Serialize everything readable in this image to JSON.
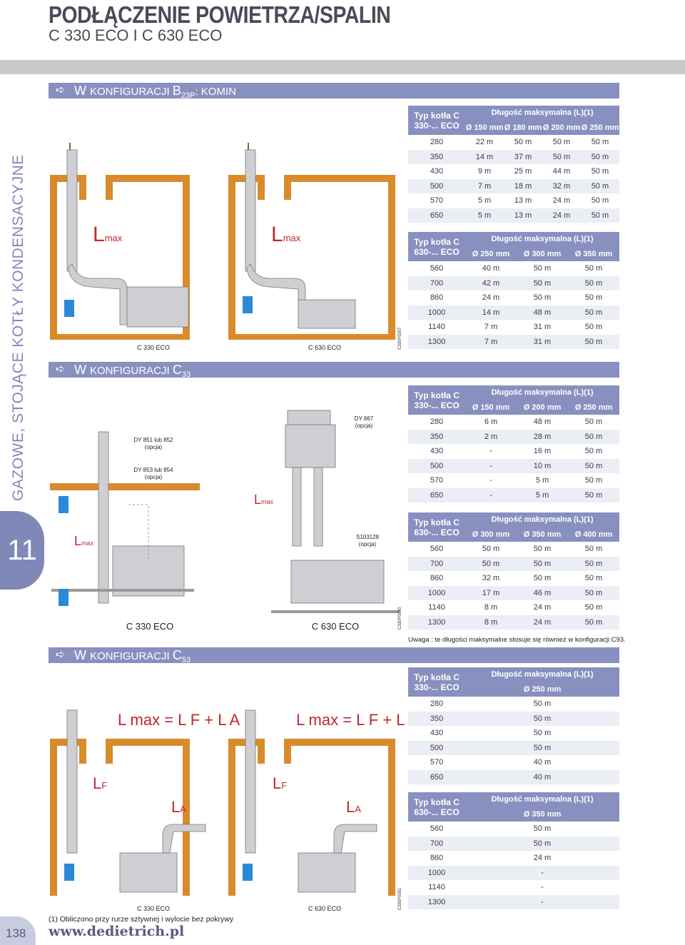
{
  "header": {
    "title": "PODŁĄCZENIE POWIETRZA/SPALIN",
    "subtitle": "C 330 ECO I C 630 ECO"
  },
  "side": {
    "text": "GAZOWE, STOJĄCE  KOTŁY KONDENSACYJNE",
    "chapter": "11",
    "page": "138"
  },
  "sections": {
    "b23p": {
      "prefix": "W ",
      "small": "KONFIGURACJI ",
      "main": "B",
      "sub": "23P",
      "suffix": ": KOMIN"
    },
    "c33": {
      "prefix": "W ",
      "small": "KONFIGURACJI ",
      "main": "C",
      "sub": "33"
    },
    "c53": {
      "prefix": "W ",
      "small": "KONFIGURACJI ",
      "main": "C",
      "sub": "53"
    }
  },
  "diagrams": {
    "d1_left_caption": "C 330 ECO",
    "d1_right_caption": "C 630 ECO",
    "d1_code": "C330F0007",
    "d2_left_caption": "C 330 ECO",
    "d2_right_caption": "C 630 ECO",
    "d2_code": "C330F0050",
    "d3_left_caption": "C 330 ECO",
    "d3_right_caption": "C 630 ECO",
    "d3_code": "C330F0051",
    "lmax": "L",
    "lmax_sub": "max",
    "dy851": "DY 851 lub 852",
    "dy851_opt": "(opcja)",
    "dy853": "DY 853 lub 854",
    "dy853_opt": "(opcja)",
    "dy867": "DY 867",
    "dy867_opt": "(opcja)",
    "s103128": "S103128",
    "s103128_opt": "(opcja)",
    "formula": "L max = L F + L A",
    "lf": "L",
    "lf_sub": "F",
    "la": "L",
    "la_sub": "A"
  },
  "tables": [
    {
      "type_label": "Typ kotła C 330-... ECO",
      "length_label": "Długość maksymalna (L)(1)",
      "cols": [
        "Ø 150 mm",
        "Ø 180 mm",
        "Ø 200 mm",
        "Ø 250 mm"
      ],
      "rows": [
        [
          "280",
          "22 m",
          "50 m",
          "50 m",
          "50 m"
        ],
        [
          "350",
          "14 m",
          "37 m",
          "50 m",
          "50 m"
        ],
        [
          "430",
          "9 m",
          "25 m",
          "44 m",
          "50 m"
        ],
        [
          "500",
          "7 m",
          "18 m",
          "32 m",
          "50 m"
        ],
        [
          "570",
          "5 m",
          "13 m",
          "24 m",
          "50 m"
        ],
        [
          "650",
          "5 m",
          "13 m",
          "24 m",
          "50 m"
        ]
      ]
    },
    {
      "type_label": "Typ kotła C 630-... ECO",
      "length_label": "Długość maksymalna (L)(1)",
      "cols": [
        "Ø 250 mm",
        "Ø 300 mm",
        "Ø 350 mm"
      ],
      "rows": [
        [
          "560",
          "40 m",
          "50 m",
          "50 m"
        ],
        [
          "700",
          "42 m",
          "50 m",
          "50 m"
        ],
        [
          "860",
          "24 m",
          "50 m",
          "50 m"
        ],
        [
          "1000",
          "14 m",
          "48 m",
          "50 m"
        ],
        [
          "1140",
          "7 m",
          "31 m",
          "50 m"
        ],
        [
          "1300",
          "7 m",
          "31 m",
          "50 m"
        ]
      ]
    },
    {
      "type_label": "Typ kotła C 330-... ECO",
      "length_label": "Długość maksymalna (L)(1)",
      "cols": [
        "Ø 150 mm",
        "Ø 200 mm",
        "Ø 250 mm"
      ],
      "rows": [
        [
          "280",
          "6 m",
          "48 m",
          "50 m"
        ],
        [
          "350",
          "2 m",
          "28 m",
          "50 m"
        ],
        [
          "430",
          "-",
          "16 m",
          "50 m"
        ],
        [
          "500",
          "-",
          "10 m",
          "50 m"
        ],
        [
          "570",
          "-",
          "5 m",
          "50 m"
        ],
        [
          "650",
          "-",
          "5 m",
          "50 m"
        ]
      ]
    },
    {
      "type_label": "Typ kotła C 630-... ECO",
      "length_label": "Długość maksymalna (L)(1)",
      "cols": [
        "Ø 300 mm",
        "Ø 350 mm",
        "Ø 400 mm"
      ],
      "rows": [
        [
          "560",
          "50 m",
          "50 m",
          "50 m"
        ],
        [
          "700",
          "50 m",
          "50 m",
          "50 m"
        ],
        [
          "860",
          "32 m",
          "50 m",
          "50 m"
        ],
        [
          "1000",
          "17 m",
          "46 m",
          "50 m"
        ],
        [
          "1140",
          "8 m",
          "24 m",
          "50 m"
        ],
        [
          "1300",
          "8 m",
          "24 m",
          "50 m"
        ]
      ]
    },
    {
      "type_label": "Typ kotła C 330-... ECO",
      "length_label": "Długość maksymalna (L)(1)",
      "cols": [
        "Ø 250 mm"
      ],
      "rows": [
        [
          "280",
          "50 m"
        ],
        [
          "350",
          "50 m"
        ],
        [
          "430",
          "50 m"
        ],
        [
          "500",
          "50 m"
        ],
        [
          "570",
          "40 m"
        ],
        [
          "650",
          "40 m"
        ]
      ]
    },
    {
      "type_label": "Typ kotła C 630-... ECO",
      "length_label": "Długość maksymalna (L)(1)",
      "cols": [
        "Ø 350 mm"
      ],
      "rows": [
        [
          "560",
          "50 m"
        ],
        [
          "700",
          "50 m"
        ],
        [
          "860",
          "24 m"
        ],
        [
          "1000",
          "-"
        ],
        [
          "1140",
          "-"
        ],
        [
          "1300",
          "-"
        ]
      ]
    }
  ],
  "note": "Uwaga : te długości maksymalne stosuje się również w konfiguracji C93.",
  "footnote": "(1) Obliczono przy rurze sztywnej i wylocie bez pokrywy",
  "website": "www.dedietrich.pl",
  "colors": {
    "accent": "#8890c0",
    "wall": "#d98b2c",
    "red": "#c0282e",
    "arrow": "#2a8ad8"
  }
}
